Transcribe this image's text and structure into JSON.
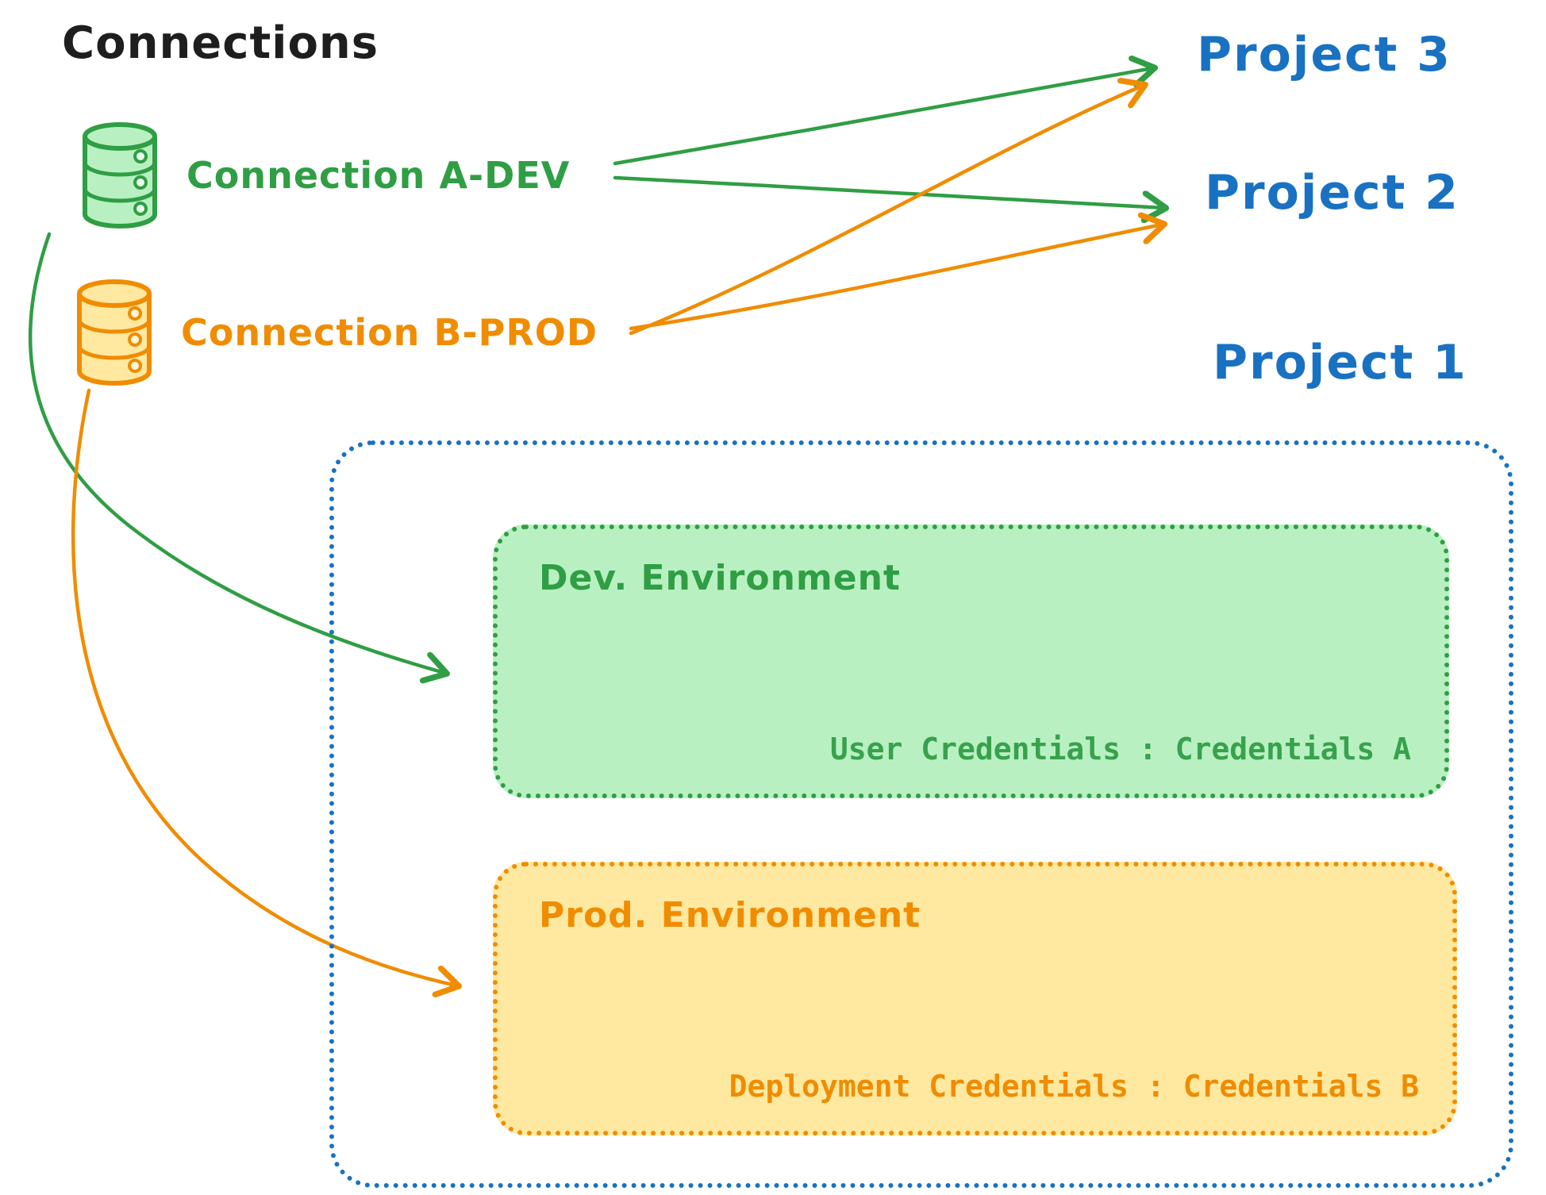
{
  "title": "Connections",
  "connections": [
    {
      "id": "a-dev",
      "label": "Connection A-DEV",
      "color": "#2f9e44"
    },
    {
      "id": "b-prod",
      "label": "Connection B-PROD",
      "color": "#f08c00"
    }
  ],
  "projects": [
    {
      "label": "Project 3"
    },
    {
      "label": "Project 2"
    },
    {
      "label": "Project 1"
    }
  ],
  "environments": [
    {
      "title": "Dev. Environment",
      "credentials": "User Credentials : Credentials A",
      "accent": "#2f9e44",
      "fill": "#b9f0c2"
    },
    {
      "title": "Prod. Environment",
      "credentials": "Deployment Credentials : Credentials B",
      "accent": "#f08c00",
      "fill": "#ffe9a0"
    }
  ],
  "colors": {
    "green": "#2f9e44",
    "orange": "#f08c00",
    "blue": "#1971c2",
    "ink": "#1e1e1e"
  }
}
